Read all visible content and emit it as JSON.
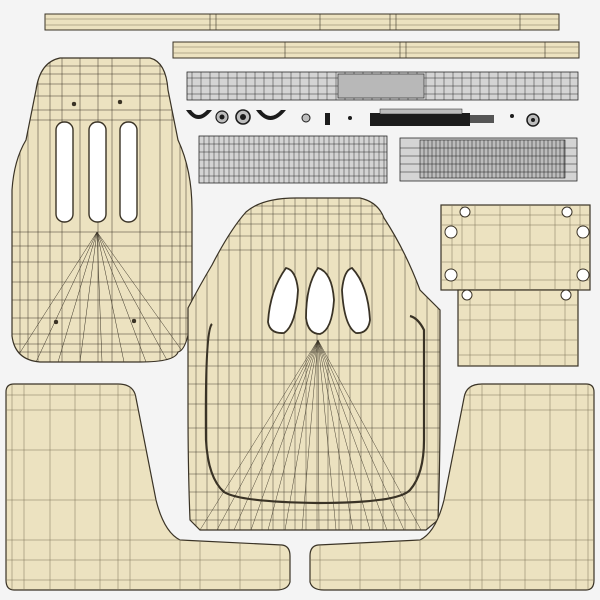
{
  "colors": {
    "background": "#f4f4f4",
    "shell_fill": "#ece2c0",
    "shell_fill_dark": "#e2d6ae",
    "wire": "#3a3326",
    "wire_light": "#7d7256",
    "hardware_fill": "#cfcfcf",
    "hardware_dark": "#1c1c1c",
    "hole_fill": "#ffffff"
  },
  "uv_islands": [
    {
      "name": "top-rail-strip",
      "kind": "strip"
    },
    {
      "name": "second-rail-strip",
      "kind": "strip"
    },
    {
      "name": "seat-back-shell",
      "kind": "shell"
    },
    {
      "name": "hardware-bar-top",
      "kind": "hardware"
    },
    {
      "name": "hardware-small-parts",
      "kind": "hardware"
    },
    {
      "name": "hardware-block-left",
      "kind": "hardware"
    },
    {
      "name": "hardware-block-right",
      "kind": "hardware"
    },
    {
      "name": "mounting-bracket",
      "kind": "bracket"
    },
    {
      "name": "seat-bucket-shell",
      "kind": "shell"
    },
    {
      "name": "side-bolster-left",
      "kind": "bolster"
    },
    {
      "name": "side-bolster-right",
      "kind": "bolster"
    }
  ]
}
